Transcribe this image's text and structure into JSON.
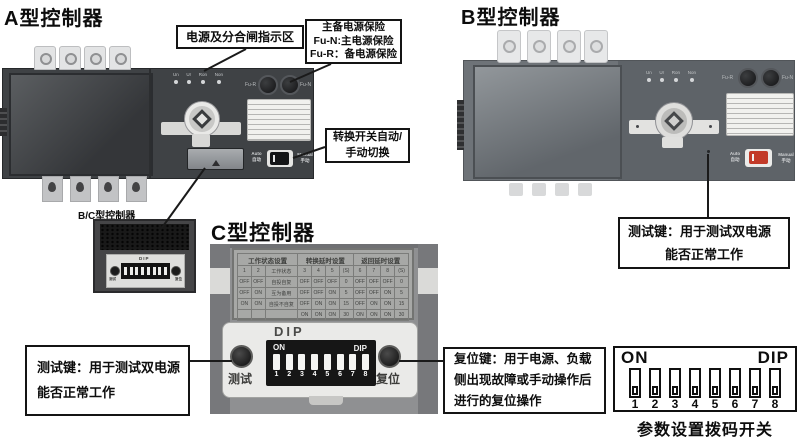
{
  "sections": {
    "a_title": "A型控制器",
    "b_title": "B型控制器",
    "c_title": "C型控制器",
    "bc_small_label": "B/C型控制器"
  },
  "callouts": {
    "indicator_area": "电源及分合闸指示区",
    "fuse": {
      "lines": [
        "主备电源保险",
        "Fu-N:主电源保险",
        "Fu-R：备电源保险"
      ]
    },
    "auto_manual": {
      "lines": [
        "转换开关自动/",
        "手动切换"
      ]
    },
    "test_b": {
      "lines": [
        "测试键：用于测试双电源",
        "能否正常工作"
      ]
    },
    "test_c": {
      "lines": [
        "测试键：用于测试双电源",
        "能否正常工作"
      ]
    },
    "reset": {
      "lines": [
        "复位键：用于电源、负载",
        "侧出现故障或手动操作后",
        "进行的复位操作"
      ]
    }
  },
  "device_labels": {
    "led_labels": [
      "Un",
      "Ur",
      "Ron",
      "Non"
    ],
    "fuse_left": "Fu-R",
    "fuse_right": "Fu-N",
    "auto": "Auto",
    "auto_cn": "自动",
    "manual": "Manual",
    "manual_cn": "手动"
  },
  "c_panel": {
    "dip_title": "DIP",
    "dip_on": "ON",
    "dip_dip": "DIP",
    "numbers": [
      "1",
      "2",
      "3",
      "4",
      "5",
      "6",
      "7",
      "8"
    ],
    "test": "测试",
    "reset": "复位",
    "table": {
      "groups": [
        "工作状态设置",
        "转换延时设置",
        "返回延时设置"
      ],
      "subheader": [
        "1",
        "2",
        "工作状态",
        "3",
        "4",
        "5",
        "(S)",
        "6",
        "7",
        "8",
        "(S)"
      ],
      "rows": [
        [
          "OFF",
          "OFF",
          "自投自复",
          "OFF",
          "OFF",
          "OFF",
          "0",
          "OFF",
          "OFF",
          "OFF",
          "0"
        ],
        [
          "OFF",
          "ON",
          "互为备用",
          "OFF",
          "OFF",
          "ON",
          "5",
          "OFF",
          "OFF",
          "ON",
          "5"
        ],
        [
          "ON",
          "ON",
          "自投不自复",
          "OFF",
          "ON",
          "ON",
          "15",
          "OFF",
          "ON",
          "ON",
          "15"
        ],
        [
          "",
          "",
          "",
          "ON",
          "ON",
          "ON",
          "30",
          "ON",
          "ON",
          "ON",
          "30"
        ]
      ]
    }
  },
  "small_bc": {
    "dip": "DIP",
    "test": "测试",
    "reset": "复位"
  },
  "dip_diagram": {
    "on": "ON",
    "dip": "DIP",
    "numbers": [
      "1",
      "2",
      "3",
      "4",
      "5",
      "6",
      "7",
      "8"
    ],
    "caption": "参数设置拨码开关"
  },
  "colors": {
    "rocker_red": "#c23a28",
    "leader_line": "#1a1a1a"
  }
}
